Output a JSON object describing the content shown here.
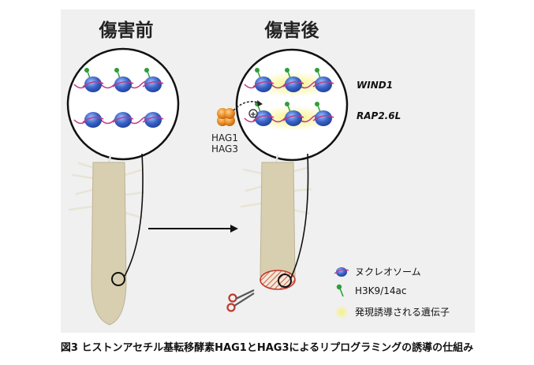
{
  "panels": {
    "before_title": "傷害前",
    "after_title": "傷害後"
  },
  "genes": [
    "WIND1",
    "RAP2.6L"
  ],
  "enzyme_labels": [
    "HAG1",
    "HAG3"
  ],
  "legend": {
    "nucleosome": "ヌクレオソーム",
    "h3k9ac": "H3K9/14ac",
    "induced_expression": "発現誘導される遺伝子"
  },
  "plus_sign": "+",
  "caption": "図3 ヒストンアセチル基転移酵素HAG1とHAG3によるリプログラミングの誘導の仕組み",
  "colors": {
    "panel_bg": "#f0f0f0",
    "root": "#d8cfb0",
    "nucleosome": "#3a63c8",
    "dna": "#c23a86",
    "acetyl_mark": "#2e9e3a",
    "enzyme": "#e88a25",
    "glow": "#f4f08a",
    "wound": "#c0392b"
  },
  "icons": [
    "scissors-icon",
    "arrow-right-icon"
  ]
}
